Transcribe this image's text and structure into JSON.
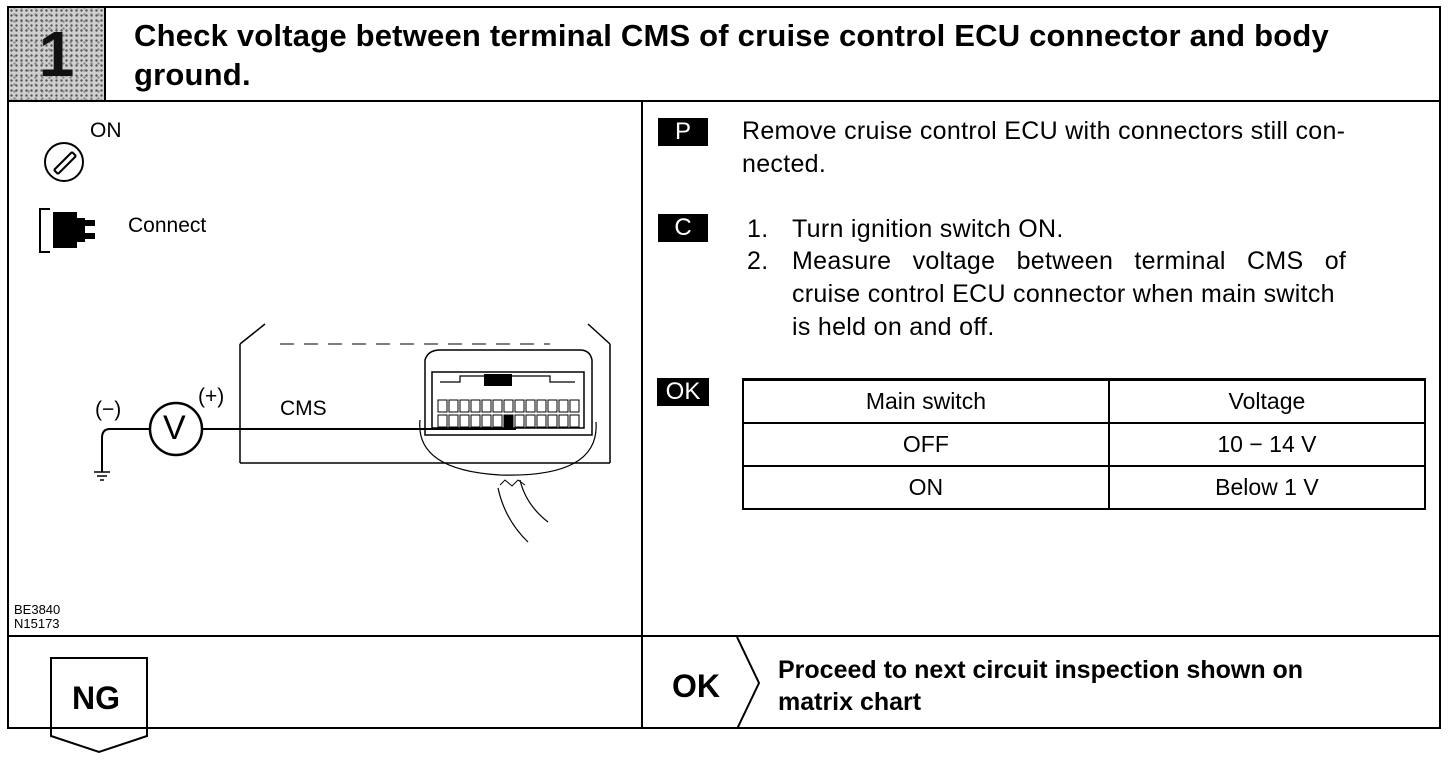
{
  "step": {
    "number": "1"
  },
  "title": "Check voltage between terminal CMS of cruise control ECU connector and body ground.",
  "left_panel": {
    "ignition_label": "ON",
    "connector_label": "Connect",
    "minus_label": "(−)",
    "plus_label": "(+)",
    "meter_label": "V",
    "terminal_label": "CMS",
    "figure_codes": [
      "BE3840",
      "N15173"
    ]
  },
  "right_panel": {
    "p_badge": "P",
    "p_text_line1": "Remove cruise control ECU with connectors still con-",
    "p_text_line2": "nected.",
    "c_badge": "C",
    "c_items": [
      {
        "num": "1.",
        "lines": [
          "Turn ignition switch ON."
        ]
      },
      {
        "num": "2.",
        "lines": [
          "Measure voltage between terminal CMS of",
          "cruise control ECU connector when main switch",
          "is held on and off."
        ]
      }
    ],
    "ok_badge": "OK",
    "table": {
      "headers": [
        "Main switch",
        "Voltage"
      ],
      "rows": [
        [
          "OFF",
          "10 − 14 V"
        ],
        [
          "ON",
          "Below 1 V"
        ]
      ]
    }
  },
  "result": {
    "ng_label": "NG",
    "ok_label": "OK",
    "ok_text_line1": "Proceed to next circuit inspection shown on",
    "ok_text_line2": "matrix chart"
  }
}
